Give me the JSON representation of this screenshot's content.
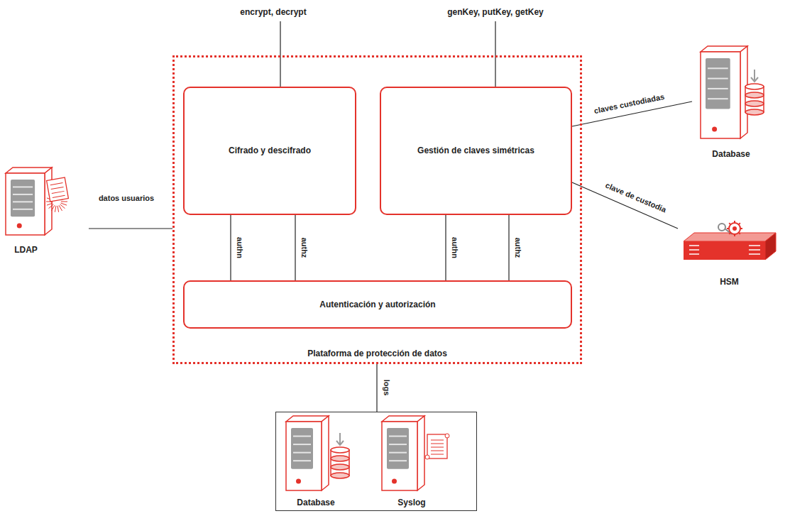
{
  "diagram": {
    "nodes": [
      {
        "text": [
          "Plataforma de protección de datos"
        ]
      },
      {
        "text": [
          "Cifrado y descifrado"
        ],
        "in": 0
      },
      {
        "text": [
          "Gestión de claves simétricas"
        ],
        "in": 0
      },
      {
        "text": [
          "Autenticación y autorización"
        ],
        "in": 0
      },
      {
        "text": [
          "LDAP"
        ]
      },
      {
        "text": [
          "Database"
        ]
      },
      {
        "text": [
          "HSM"
        ]
      },
      {
        "text": []
      },
      {
        "text": [
          "Database"
        ],
        "in": 7
      },
      {
        "text": [
          "Syslog"
        ],
        "in": 7
      }
    ],
    "edges": [
      {
        "from": 4,
        "to": 0,
        "label": "datos usuarios",
        "arrow": "none"
      },
      {
        "from": 2,
        "to": 5,
        "label": "claves custodiadas",
        "arrow": "none"
      },
      {
        "from": 2,
        "to": 6,
        "label": "clave de custodia",
        "arrow": "none"
      },
      {
        "from": 0,
        "to": 7,
        "label": "logs",
        "arrow": "none"
      },
      {
        "from": 1,
        "to": 3,
        "label": "authn",
        "arrow": "none"
      },
      {
        "from": 1,
        "to": 3,
        "label": "authz",
        "arrow": "none"
      },
      {
        "from": 2,
        "to": 3,
        "label": "authn",
        "arrow": "none"
      },
      {
        "from": 2,
        "to": 3,
        "label": "authz",
        "arrow": "none"
      }
    ],
    "labels": [
      "encrypt, decrypt",
      "genKey, putKey, getKey"
    ]
  }
}
